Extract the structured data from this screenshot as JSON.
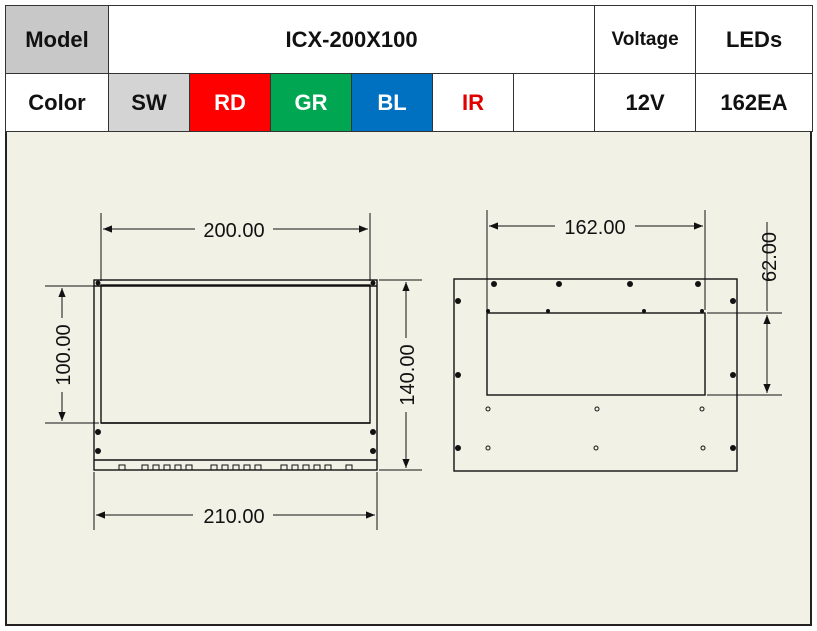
{
  "spec_table": {
    "model_label": "Model",
    "model_value": "ICX-200X100",
    "voltage_label": "Voltage",
    "leds_label": "LEDs",
    "color_label": "Color",
    "colors": [
      "SW",
      "RD",
      "GR",
      "BL",
      "IR",
      ""
    ],
    "voltage_value": "12V",
    "leds_value": "162EA"
  },
  "swatch_colors": {
    "SW": "#d4d4d4",
    "RD": "#ff0000",
    "GR": "#00a651",
    "BL": "#0070c0",
    "IR_text": "#e00000"
  },
  "dimensions": {
    "front_width_top": "200.00",
    "front_height_left": "100.00",
    "front_height_right": "140.00",
    "front_width_bottom": "210.00",
    "side_width_top": "162.00",
    "side_height_right": "62.00"
  }
}
